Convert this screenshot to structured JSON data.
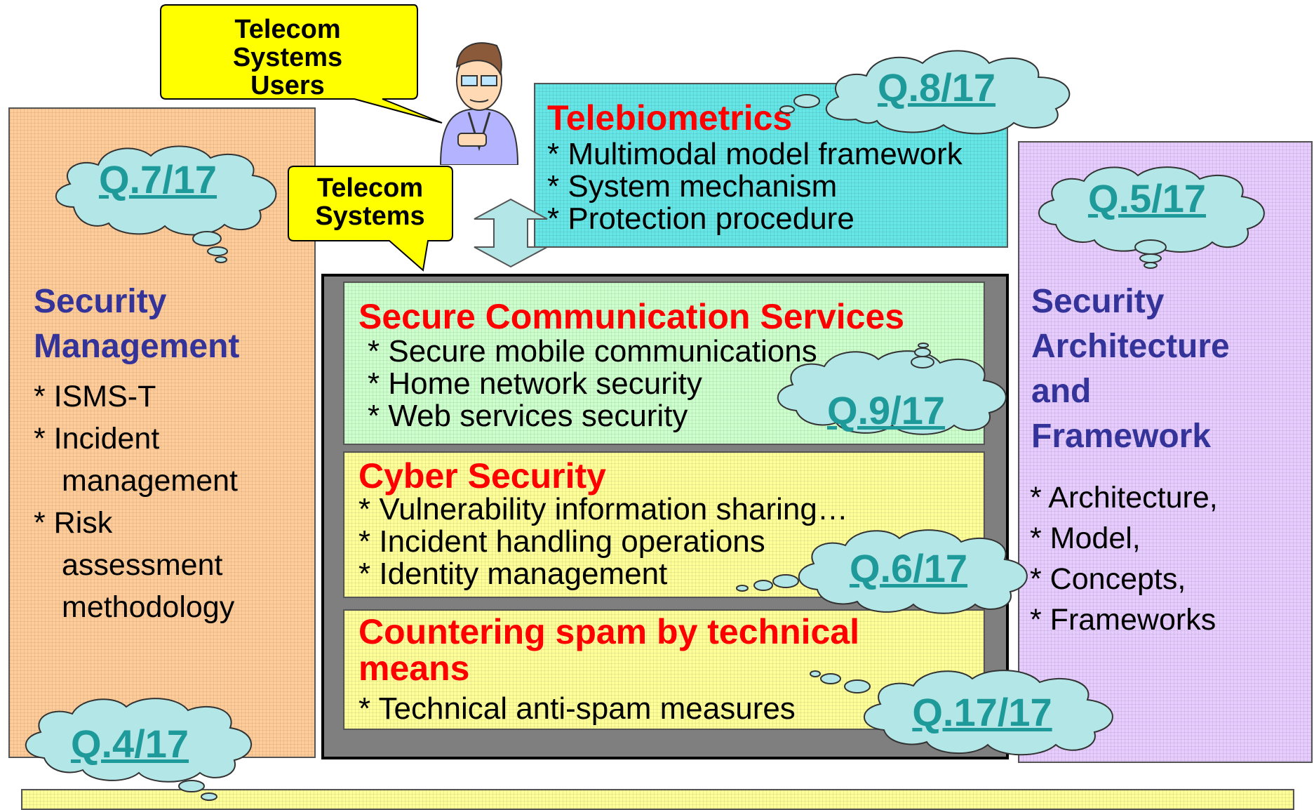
{
  "callouts": {
    "users": [
      "Telecom",
      "Systems",
      "Users"
    ],
    "systems": [
      "Telecom",
      "Systems"
    ]
  },
  "questions": {
    "q4": "Q.4/17",
    "q5": "Q.5/17",
    "q6": "Q.6/17",
    "q7": "Q.7/17",
    "q8": "Q.8/17",
    "q9": "Q.9/17",
    "q17": "Q.17/17"
  },
  "telebiometrics": {
    "title": "Telebiometrics",
    "items": [
      "* Multimodal model framework",
      "* System mechanism",
      "* Protection procedure"
    ]
  },
  "security_management": {
    "title": [
      "Security",
      "Management"
    ],
    "items": [
      "* ISMS-T",
      "* Incident",
      "management",
      "* Risk",
      "assessment",
      "methodology"
    ]
  },
  "security_architecture": {
    "title": [
      "Security",
      "Architecture",
      "and",
      "Framework"
    ],
    "items": [
      "* Architecture,",
      "* Model,",
      "* Concepts,",
      "* Frameworks"
    ]
  },
  "secure_comm": {
    "title": "Secure Communication Services",
    "items": [
      "* Secure mobile communications",
      "* Home network security",
      "* Web services security"
    ]
  },
  "cyber": {
    "title": "Cyber Security",
    "items": [
      "* Vulnerability information sharing…",
      "* Incident handling operations",
      "* Identity management"
    ]
  },
  "spam": {
    "title": [
      "Countering spam by technical",
      "means"
    ],
    "items": [
      "* Technical anti-spam measures"
    ]
  },
  "colors": {
    "orange": "#ffcc99",
    "purple": "#e6ccff",
    "cyan": "#66e6e6",
    "green": "#ccffcc",
    "yellow": "#ffff99",
    "cloud": "#b3e6e6",
    "red": "#ff0000",
    "navy": "#333399",
    "teal": "#1f9a9a"
  }
}
